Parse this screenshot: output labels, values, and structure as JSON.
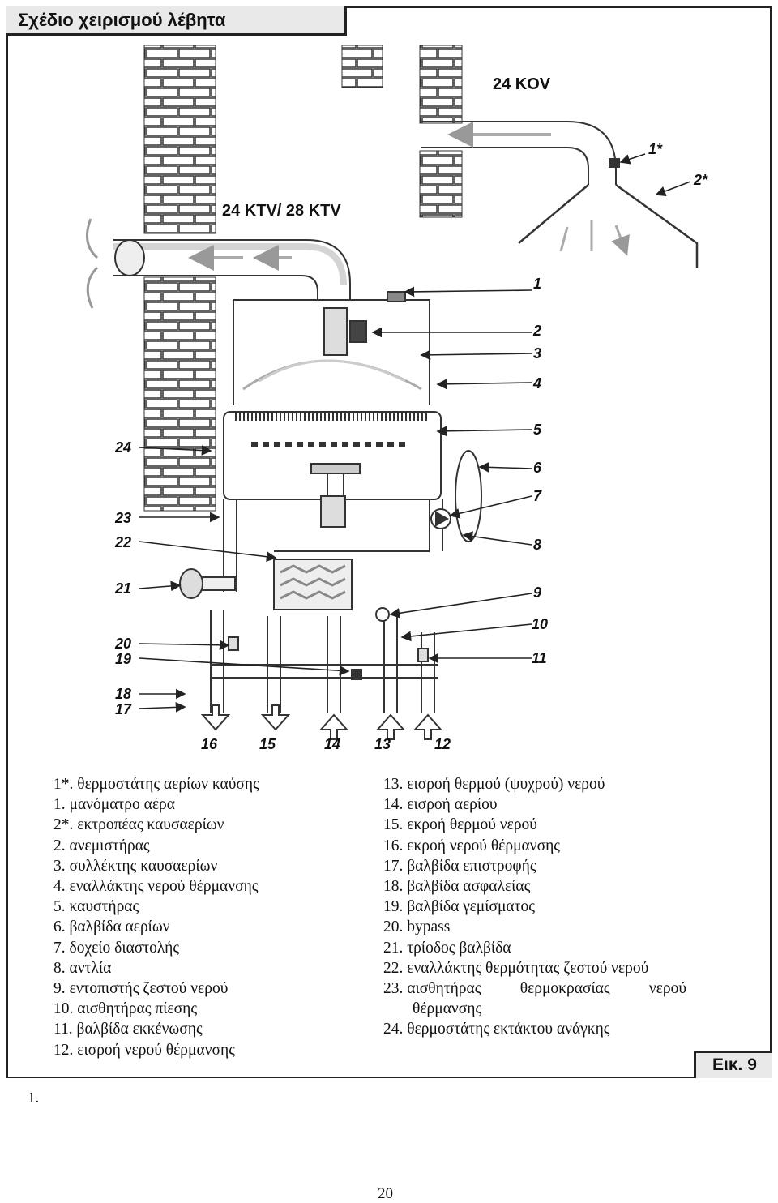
{
  "title": "Σχέδιο χειρισμού λέβητα",
  "models": {
    "left": "24 KTV/ 28 KTV",
    "right": "24 KOV"
  },
  "callouts": {
    "c1s": "1*",
    "c2s": "2*",
    "c1": "1",
    "c2": "2",
    "c3": "3",
    "c4": "4",
    "c5": "5",
    "c6": "6",
    "c7": "7",
    "c8": "8",
    "c9": "9",
    "c10": "10",
    "c11": "11",
    "c24": "24",
    "c23": "23",
    "c22": "22",
    "c21": "21",
    "c20": "20",
    "c19": "19",
    "c18": "18",
    "c17": "17",
    "c16": "16",
    "c15": "15",
    "c14": "14",
    "c13": "13",
    "c12": "12"
  },
  "legend_left": [
    "1*. θερμοστάτης αερίων καύσης",
    "1.  μανόματρο αέρα",
    "2*. εκτροπέας καυσαερίων",
    "2.   ανεμιστήρας",
    "3.   συλλέκτης καυσαερίων",
    "4.   εναλλάκτης νερού θέρμανσης",
    "5.   καυστήρας",
    "6.   βαλβίδα αερίων",
    "7.   δοχείο διαστολής",
    "8.   αντλία",
    "9.   εντοπιστής ζεστού νερού",
    "10.  αισθητήρας πίεσης",
    "11.  βαλβίδα εκκένωσης",
    "12.  εισροή νερού θέρμανσης"
  ],
  "legend_right": [
    "13. εισροή θερμού (ψυχρού) νερού",
    "14. εισροή αερίου",
    "15. εκροή θερμού νερού",
    "16. εκροή νερού θέρμανσης",
    "17. βαλβίδα επιστροφής",
    "18. βαλβίδα ασφαλείας",
    "19. βαλβίδα γεμίσματος",
    "20. bypass",
    "21. τρίοδος βαλβίδα",
    "22. εναλλάκτης θερμότητας ζεστού νερού"
  ],
  "legend_23": {
    "a": "23. αισθητήρας",
    "b": "θερμοκρασίας",
    "c": "νερού",
    "d": "θέρμανσης"
  },
  "legend_24": "24. θερμοστάτης εκτάκτου ανάγκης",
  "figure_label": "Εικ. 9",
  "footnote": "1.",
  "page_number": "20"
}
